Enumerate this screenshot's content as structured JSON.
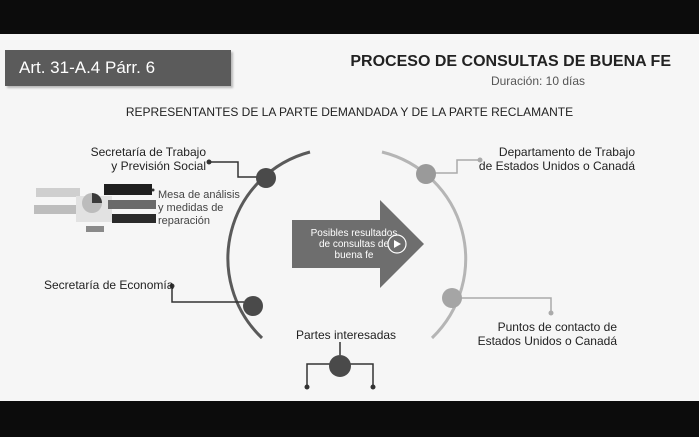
{
  "header": {
    "article_badge": "Art. 31-A.4 Párr. 6",
    "title": "PROCESO DE CONSULTAS DE BUENA FE",
    "duration": "Duración: 10 días"
  },
  "diagram": {
    "heading": "REPRESENTANTES DE LA PARTE DEMANDADA Y DE LA PARTE RECLAMANTE",
    "nodes": {
      "secretaria_trabajo": [
        "Secretaría de Trabajo",
        "y Previsión Social"
      ],
      "mesa": [
        "Mesa de análisis",
        "y medidas de",
        "reparación"
      ],
      "secretaria_economia": "Secretaría de Economía",
      "partes_interesadas": "Partes interesadas",
      "departamento_trabajo": [
        "Departamento de Trabajo",
        "de Estados Unidos o Canadá"
      ],
      "puntos_contacto": [
        "Puntos de contacto de",
        "Estados Unidos o Canadá"
      ]
    },
    "center_arrow": [
      "Posibles resultados",
      "de consultas de",
      "buena fe"
    ]
  },
  "colors": {
    "dark_node": "#4a4a4a",
    "light_node": "#9a9a9a",
    "arrow": "#6e6e6e",
    "badge": "#5b5b5b"
  }
}
